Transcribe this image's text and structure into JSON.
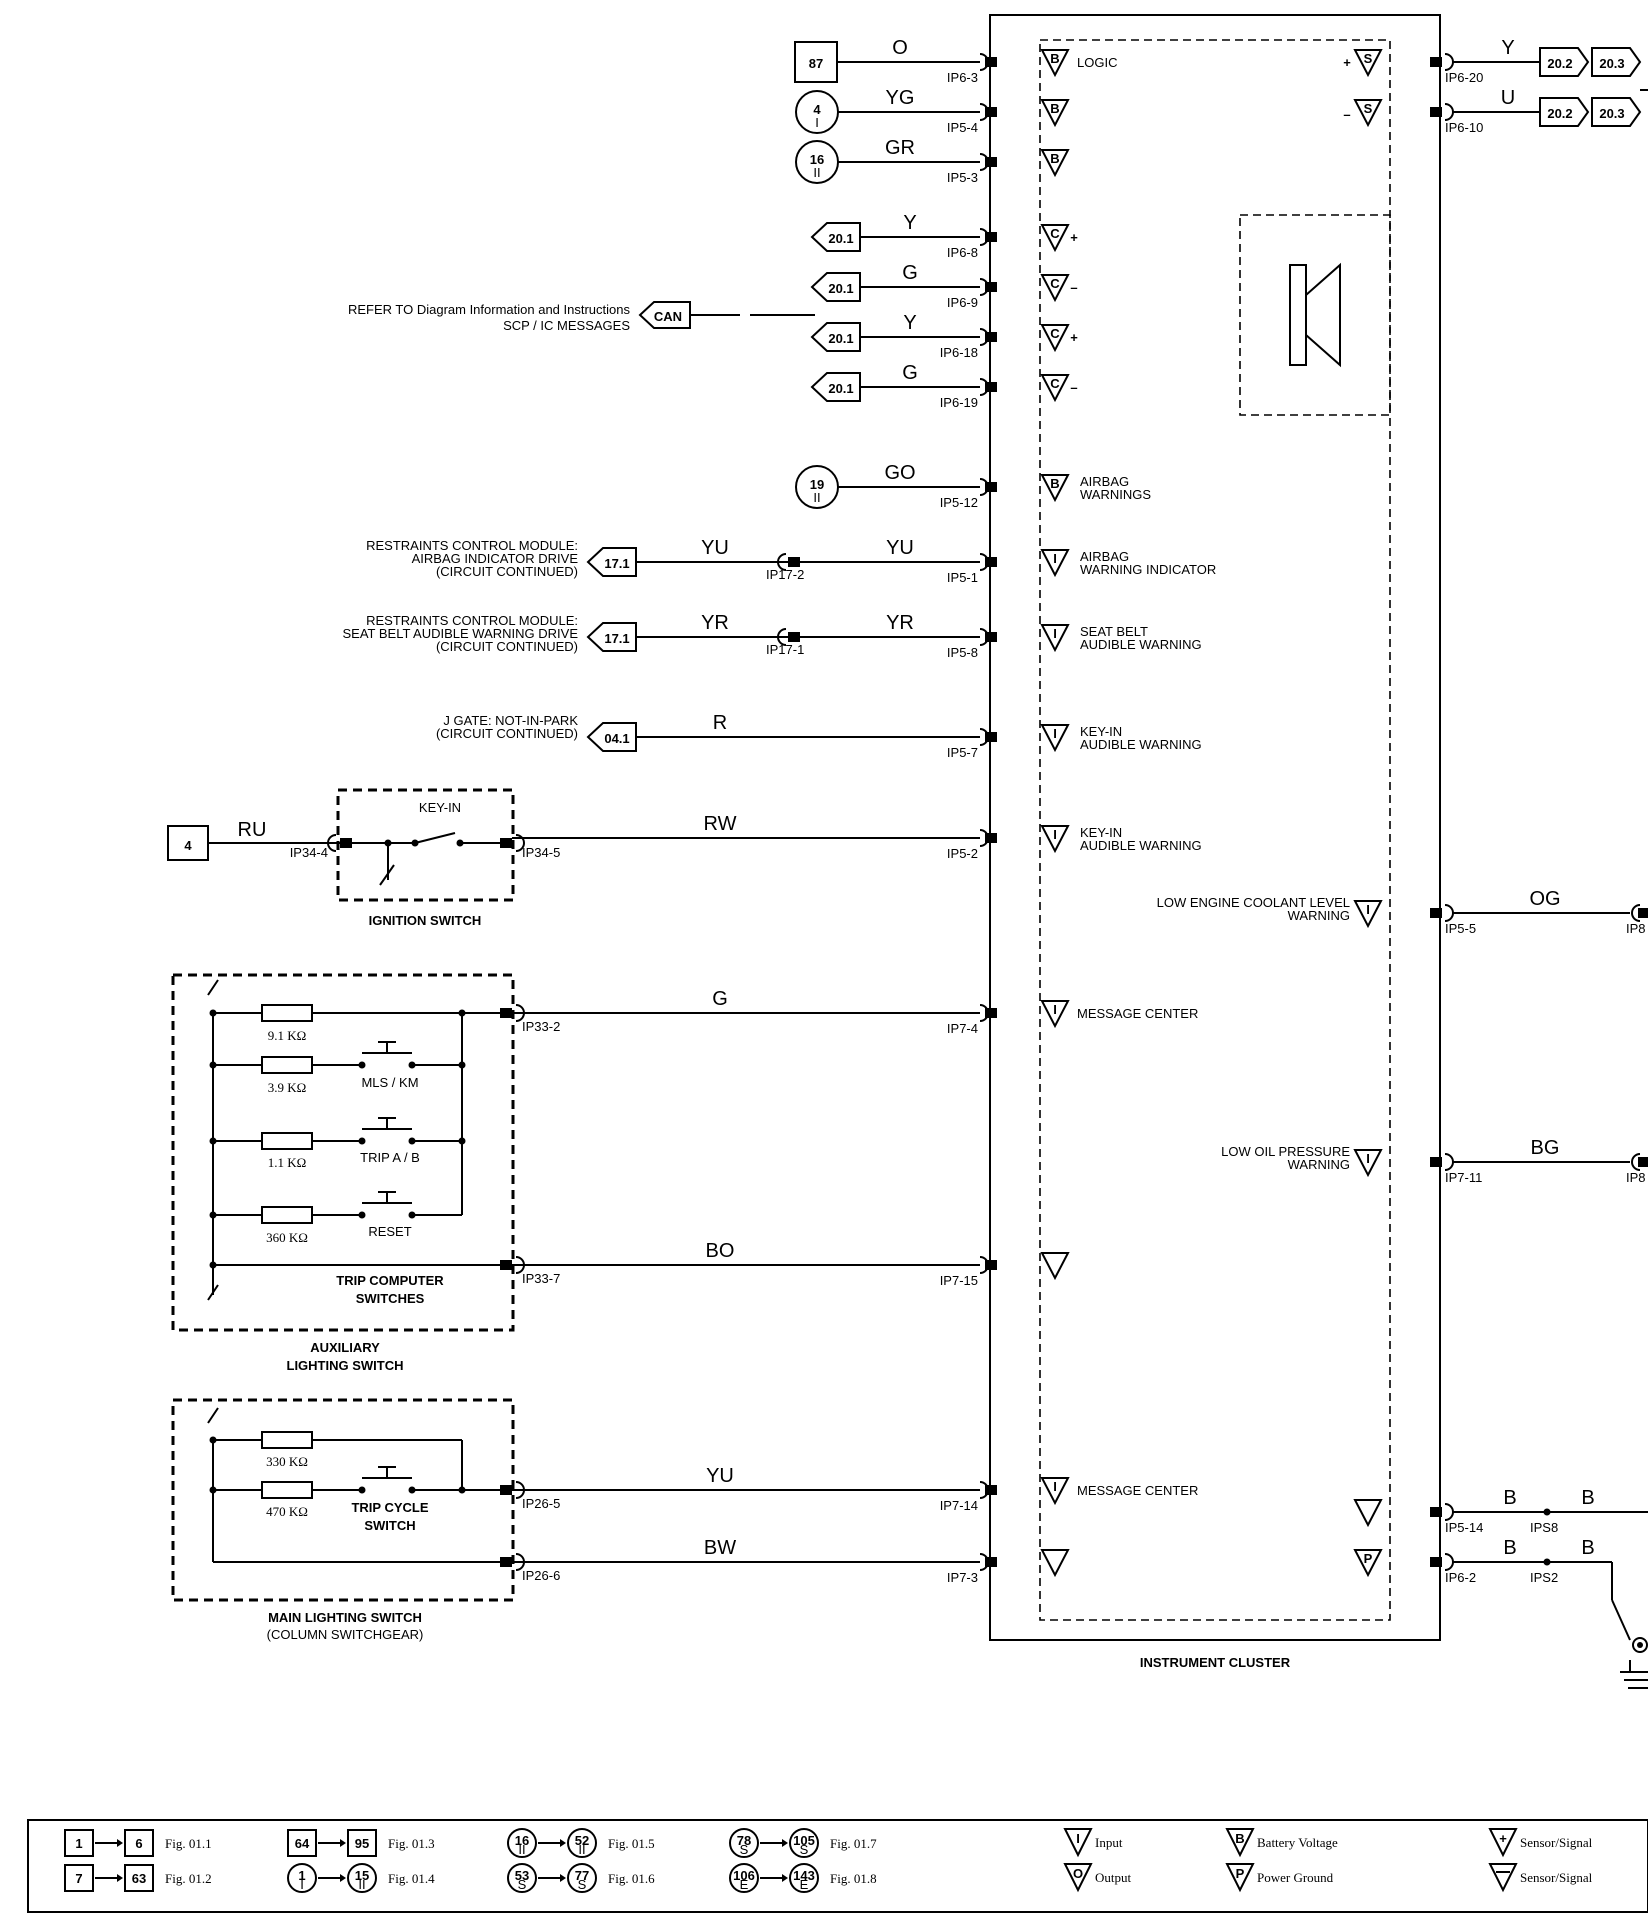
{
  "module": {
    "title": "INSTRUMENT CLUSTER",
    "inputs": [
      {
        "src": "87",
        "src_shape": "box",
        "wire": "O",
        "pin": "IP6-3",
        "sym": "B",
        "label": [
          "LOGIC"
        ]
      },
      {
        "src": "4",
        "src_sub": "I",
        "src_shape": "circle",
        "wire": "YG",
        "pin": "IP5-4",
        "sym": "B",
        "label": []
      },
      {
        "src": "16",
        "src_sub": "II",
        "src_shape": "circle",
        "wire": "GR",
        "pin": "IP5-3",
        "sym": "B",
        "label": []
      },
      {
        "src": "20.1",
        "src_shape": "arrow",
        "wire": "Y",
        "pin": "IP6-8",
        "sym": "C",
        "pol": "+",
        "label": []
      },
      {
        "src": "20.1",
        "src_shape": "arrow",
        "wire": "G",
        "pin": "IP6-9",
        "sym": "C",
        "pol": "–",
        "label": []
      },
      {
        "src": "20.1",
        "src_shape": "arrow",
        "wire": "Y",
        "pin": "IP6-18",
        "sym": "C",
        "pol": "+",
        "label": []
      },
      {
        "src": "20.1",
        "src_shape": "arrow",
        "wire": "G",
        "pin": "IP6-19",
        "sym": "C",
        "pol": "–",
        "label": []
      },
      {
        "src": "19",
        "src_sub": "II",
        "src_shape": "circle",
        "wire": "GO",
        "pin": "IP5-12",
        "sym": "B",
        "label": [
          "AIRBAG",
          "WARNINGS"
        ]
      },
      {
        "src": "17.1",
        "src_shape": "arrow",
        "wire": "YU",
        "wire2": "YU",
        "mid_pin": "IP17-2",
        "pin": "IP5-1",
        "sym": "I",
        "label": [
          "AIRBAG",
          "WARNING INDICATOR"
        ],
        "src_label": [
          "RESTRAINTS CONTROL MODULE:",
          "AIRBAG INDICATOR DRIVE",
          "(CIRCUIT CONTINUED)"
        ]
      },
      {
        "src": "17.1",
        "src_shape": "arrow",
        "wire": "YR",
        "wire2": "YR",
        "mid_pin": "IP17-1",
        "pin": "IP5-8",
        "sym": "I",
        "label": [
          "SEAT BELT",
          "AUDIBLE WARNING"
        ],
        "src_label": [
          "RESTRAINTS CONTROL MODULE:",
          "SEAT BELT AUDIBLE WARNING DRIVE",
          "(CIRCUIT CONTINUED)"
        ]
      },
      {
        "src": "04.1",
        "src_shape": "arrow",
        "wire": "R",
        "pin": "IP5-7",
        "sym": "I",
        "label": [
          "KEY-IN",
          "AUDIBLE WARNING"
        ],
        "src_label": [
          "J GATE: NOT-IN-PARK",
          "(CIRCUIT CONTINUED)"
        ]
      },
      {
        "wire": "RW",
        "pin": "IP5-2",
        "sym": "I",
        "label": [
          "KEY-IN",
          "AUDIBLE WARNING"
        ]
      },
      {
        "wire": "G",
        "pin": "IP7-4",
        "sym": "I",
        "label": [
          "MESSAGE CENTER"
        ]
      },
      {
        "wire": "BO",
        "pin": "IP7-15",
        "sym": "-",
        "label": []
      },
      {
        "wire": "YU",
        "pin": "IP7-14",
        "sym": "I",
        "label": [
          "MESSAGE CENTER"
        ]
      },
      {
        "wire": "BW",
        "pin": "IP7-3",
        "sym": "-",
        "label": []
      }
    ],
    "outputs": [
      {
        "sym": "S",
        "pol": "+",
        "wire": "Y",
        "pin": "IP6-20",
        "refs": [
          "20.2",
          "20.3"
        ],
        "label": []
      },
      {
        "sym": "S",
        "pol": "–",
        "wire": "U",
        "pin": "IP6-10",
        "refs": [
          "20.2",
          "20.3"
        ],
        "label": []
      },
      {
        "sym": "I",
        "wire": "OG",
        "pin": "IP5-5",
        "far_pin": "IP8",
        "label": [
          "LOW ENGINE COOLANT LEVEL",
          "WARNING"
        ]
      },
      {
        "sym": "I",
        "wire": "BG",
        "pin": "IP7-11",
        "far_pin": "IP8",
        "label": [
          "LOW OIL PRESSURE",
          "WARNING"
        ]
      },
      {
        "sym": "-",
        "wire": "B",
        "wire2": "B",
        "pin": "IP5-14",
        "splice": "IPS8",
        "label": []
      },
      {
        "sym": "P",
        "wire": "B",
        "wire2": "B",
        "pin": "IP6-2",
        "splice": "IPS2",
        "label": []
      }
    ]
  },
  "can": {
    "label": "CAN",
    "refer": [
      "REFER TO Diagram Information and Instructions",
      "SCP / IC MESSAGES"
    ]
  },
  "ignition_switch": {
    "title": "IGNITION SWITCH",
    "feed": "4",
    "wire_in": "RU",
    "pin_in": "IP34-4",
    "pin_out": "IP34-5",
    "contact": "KEY-IN"
  },
  "trip_computer": {
    "title": [
      "TRIP COMPUTER",
      "SWITCHES"
    ],
    "resistors": [
      "9.1 KΩ",
      "3.9 KΩ",
      "1.1 KΩ",
      "360 KΩ"
    ],
    "buttons": [
      "MLS / KM",
      "TRIP A / B",
      "RESET"
    ],
    "pins": [
      "IP33-2",
      "IP33-7"
    ]
  },
  "aux_lighting": {
    "title": [
      "AUXILIARY",
      "LIGHTING SWITCH"
    ]
  },
  "main_lighting": {
    "title": [
      "MAIN LIGHTING SWITCH",
      "(COLUMN SWITCHGEAR)"
    ],
    "resistors": [
      "330 KΩ",
      "470 KΩ"
    ],
    "button": [
      "TRIP CYCLE",
      "SWITCH"
    ],
    "pins": [
      "IP26-5",
      "IP26-6"
    ]
  },
  "legend": {
    "figs": [
      {
        "a": "1",
        "b": "6",
        "shape": "box",
        "fig": "Fig. 01.1"
      },
      {
        "a": "7",
        "b": "63",
        "shape": "box",
        "fig": "Fig. 01.2"
      },
      {
        "a": "64",
        "b": "95",
        "shape": "box",
        "fig": "Fig. 01.3"
      },
      {
        "a": "1",
        "as": "I",
        "b": "15",
        "bs": "II",
        "shape": "circle",
        "fig": "Fig. 01.4"
      },
      {
        "a": "16",
        "as": "II",
        "b": "52",
        "bs": "II",
        "shape": "circle",
        "fig": "Fig. 01.5"
      },
      {
        "a": "53",
        "as": "S",
        "b": "77",
        "bs": "S",
        "shape": "circle",
        "fig": "Fig. 01.6"
      },
      {
        "a": "78",
        "as": "S",
        "b": "105",
        "bs": "S",
        "shape": "circle",
        "fig": "Fig. 01.7"
      },
      {
        "a": "106",
        "as": "E",
        "b": "143",
        "bs": "E",
        "shape": "circle",
        "fig": "Fig. 01.8"
      }
    ],
    "symbols": [
      {
        "sym": "I",
        "text": "Input"
      },
      {
        "sym": "O",
        "text": "Output"
      },
      {
        "sym": "B",
        "text": "Battery Voltage"
      },
      {
        "sym": "P",
        "text": "Power Ground"
      },
      {
        "sym": "+",
        "text": "Sensor/Signal"
      },
      {
        "sym": "-",
        "text": "Sensor/Signal"
      }
    ]
  }
}
